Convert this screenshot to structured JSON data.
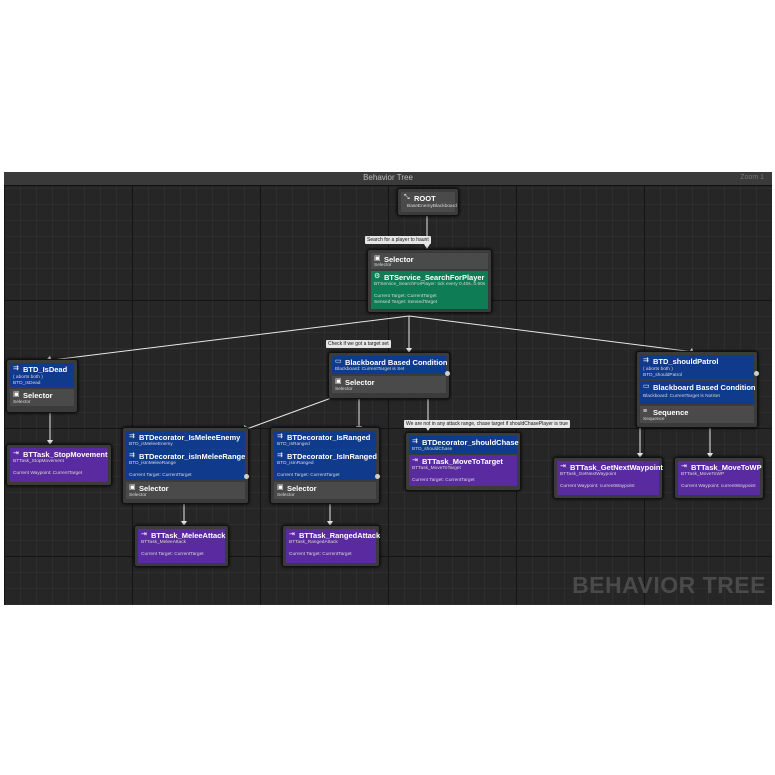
{
  "window": {
    "title": "Behavior Tree",
    "zoom": "Zoom 1"
  },
  "watermark": "BEHAVIOR TREE",
  "nodes": {
    "root": {
      "title": "ROOT",
      "sub": "BaseEnemyBlackboard"
    },
    "selector_main": {
      "title": "Selector",
      "sub": "Selector",
      "service_title": "BTService_SearchForPlayer",
      "service_sub": "BTService_SearchForPlayer: tick every 0.40s..0.60s",
      "service_line1": "Current Target: CurrentTarget",
      "service_line2": "Sensed Target: SensedTarget"
    },
    "isdead": {
      "title": "BTD_IsDead",
      "line1": "( aborts both )",
      "line2": "BTD_IsDead",
      "selector": "Selector",
      "selector_sub": "Selector"
    },
    "blackboard_mid": {
      "title": "Blackboard Based Condition",
      "sub": "Blackboard: CurrentTarget is Set",
      "selector": "Selector",
      "selector_sub": "Selector"
    },
    "patrol": {
      "title": "BTD_shouldPatrol",
      "line1": "( aborts both )",
      "line2": "BTD_shouldPatrol",
      "bb_title": "Blackboard Based Condition",
      "bb_sub": "Blackboard: CurrentTarget is NotSet",
      "seq": "Sequence",
      "seq_sub": "Sequence"
    },
    "stopmove": {
      "title": "BTTask_StopMovement",
      "sub": "BTTask_StopMovement",
      "line": "Current Waypoint: CurrentTarget"
    },
    "melee": {
      "title1": "BTDecorator_IsMeleeEnemy",
      "sub1": "BTD_isMeleeEnemy",
      "title2": "BTDecorator_isInMeleeRange",
      "sub2": "BTD_isInMeleeRange",
      "line": "Current Target: CurrentTarget",
      "selector": "Selector",
      "selector_sub": "Selector"
    },
    "ranged": {
      "title1": "BTDecorator_IsRanged",
      "sub1": "BTD_IsRanged",
      "title2": "BTDecorator_IsInRanged",
      "sub2": "BTD_isInRanged",
      "line": "Current Target: CurrentTarget",
      "selector": "Selector",
      "selector_sub": "Selector"
    },
    "chase": {
      "title1": "BTDecorator_shouldChase",
      "sub1": "BTD_shouldChase",
      "title2": "BTTask_MoveToTarget",
      "sub2": "BTTask_MoveToTarget",
      "line": "Current Target: CurrentTarget"
    },
    "nextwp": {
      "title": "BTTask_GetNextWaypoint",
      "sub": "BTTask_GetNextWaypoint",
      "line": "Current Waypoint: currentWaypoint"
    },
    "movewp": {
      "title": "BTTask_MoveToWP",
      "sub": "BTTask_MoveToWP",
      "line": "Current Waypoint: currentWaypoint"
    },
    "meleeatk": {
      "title": "BTTask_MeleeAttack",
      "sub": "BTTask_MeleeAttack",
      "line": "Current Target: CurrentTarget"
    },
    "rangedatk": {
      "title": "BTTask_RangedAttack",
      "sub": "BTTask_RangedAttack",
      "line": "Current Target: CurrentTarget"
    }
  },
  "comments": {
    "search": "Search for a player to haunt",
    "check": "Check if we got a target set",
    "chase": "We are not in any attack range, chase target if shouldChasePlayer is true"
  },
  "colors": {
    "decorator": "#103a8c",
    "service": "#0e7c55",
    "task": "#5a2aa0",
    "composite": "#4a4a4a"
  }
}
